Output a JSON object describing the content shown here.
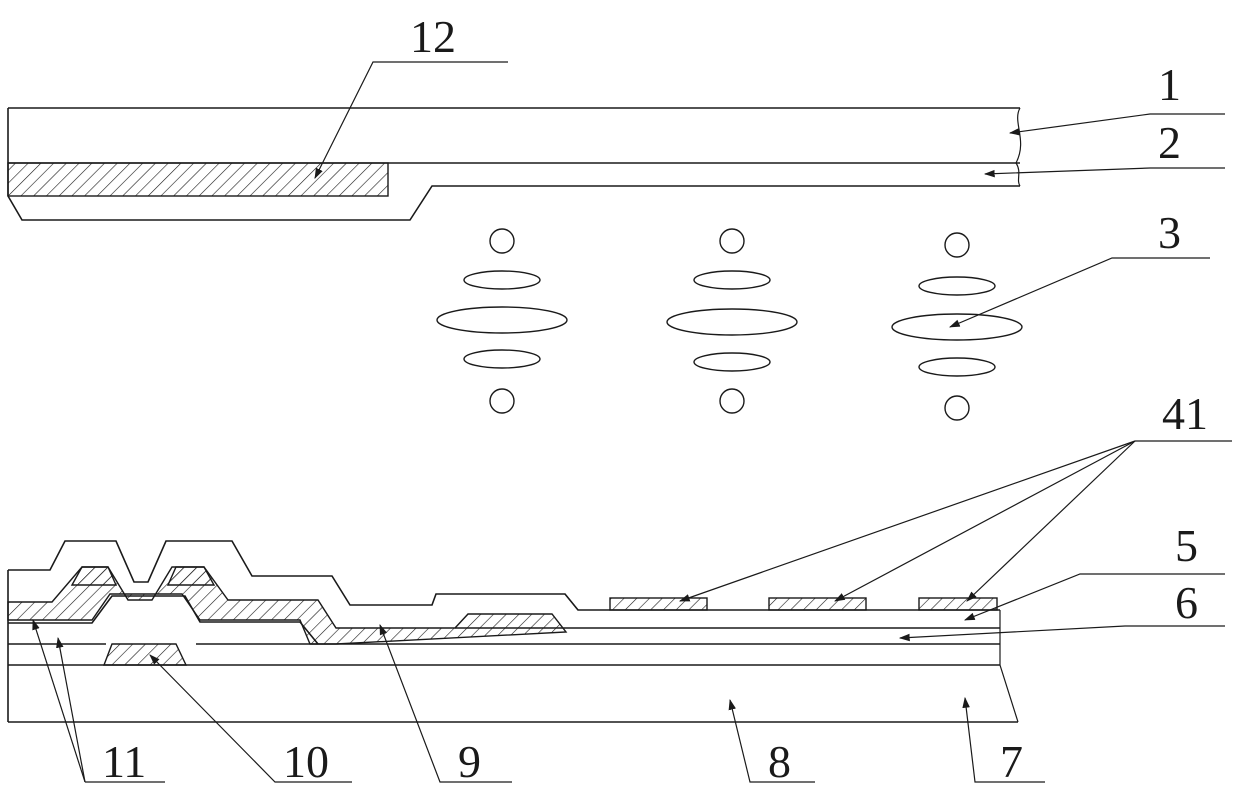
{
  "labels": {
    "l1": "1",
    "l2": "2",
    "l3": "3",
    "l41": "41",
    "l5": "5",
    "l6": "6",
    "l7": "7",
    "l8": "8",
    "l9": "9",
    "l10": "10",
    "l11": "11",
    "l12": "12"
  }
}
